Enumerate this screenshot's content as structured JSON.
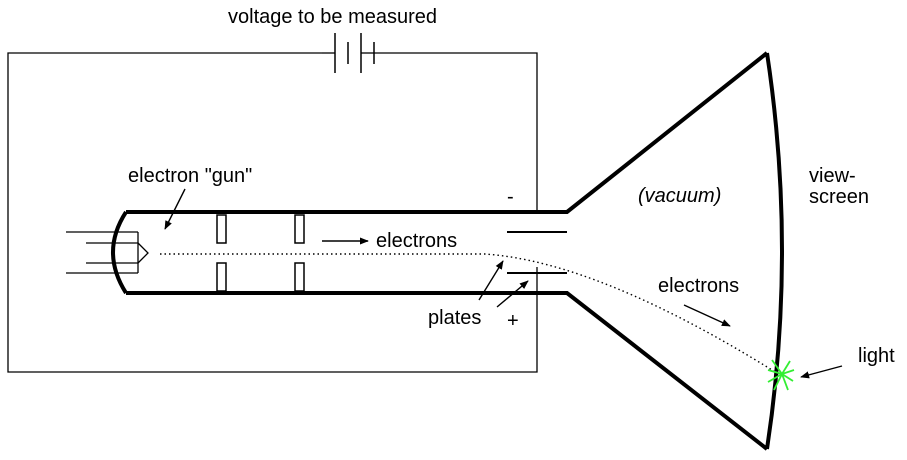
{
  "labels": {
    "voltage": "voltage to be measured",
    "gun": "electron \"gun\"",
    "electrons_top": "electrons",
    "vacuum": "(vacuum)",
    "screen_line1": "view-",
    "screen_line2": "screen",
    "minus": "-",
    "plus": "+",
    "plates": "plates",
    "electrons_beam": "electrons",
    "light": "light"
  },
  "colors": {
    "line": "#000000",
    "glow": "#33ee33",
    "background": "#ffffff"
  }
}
